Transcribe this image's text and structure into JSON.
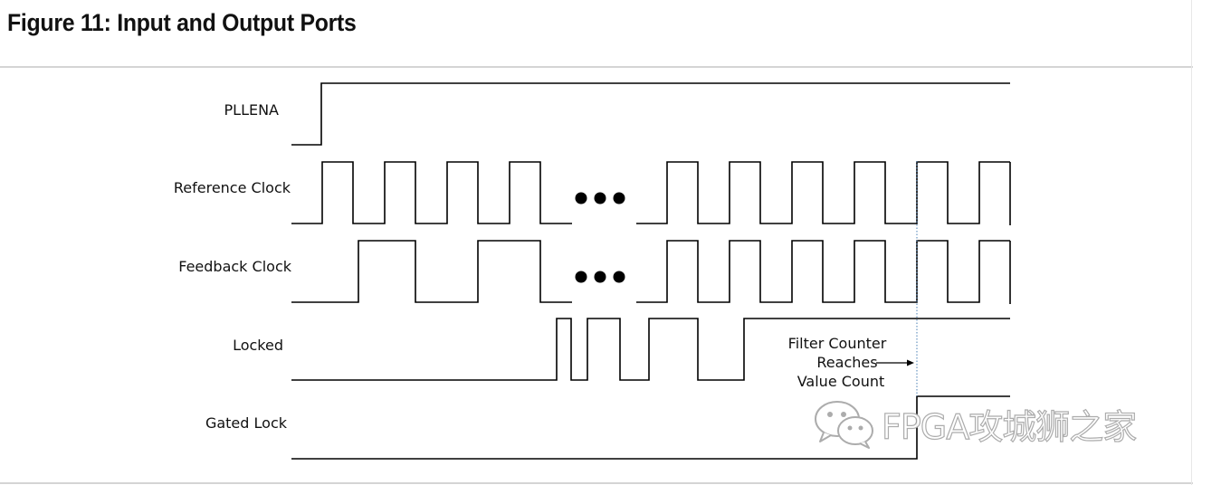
{
  "figure": {
    "title": "Figure 11: Input and Output Ports"
  },
  "signals": [
    {
      "id": "pllena",
      "label": "PLLENA"
    },
    {
      "id": "refclk",
      "label": "Reference Clock"
    },
    {
      "id": "fbclk",
      "label": "Feedback Clock"
    },
    {
      "id": "locked",
      "label": "Locked"
    },
    {
      "id": "gated",
      "label": "Gated Lock"
    }
  ],
  "annotation": {
    "line1": "Filter Counter",
    "line2": "Reaches",
    "line3": "Value Count"
  },
  "watermark": {
    "text": "FPGA攻城狮之家",
    "icon": "wechat-icon"
  },
  "colors": {
    "wave": "#000000",
    "marker": "#4a7fb5",
    "rule": "#d4d4d4"
  }
}
